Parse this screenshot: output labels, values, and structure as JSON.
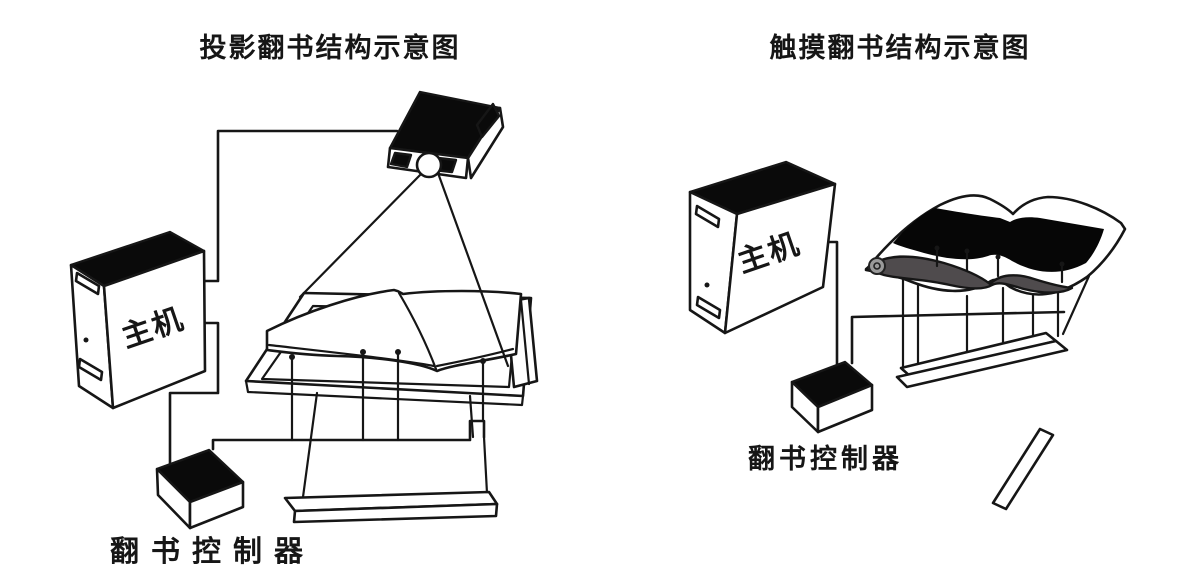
{
  "page": {
    "background_color": "#ffffff",
    "line_color": "#161616",
    "solid_fill_color": "#0a0a0a",
    "page_block_gray": "#4f4b4d"
  },
  "left_diagram": {
    "title": "投影翻书结构示意图",
    "host_label": "主机",
    "controller_label": "翻书控制器",
    "components": [
      "projector-icon",
      "projection-beam",
      "host-computer-icon",
      "open-book-icon",
      "book-stand-icon",
      "sensor-pins",
      "controller-icon",
      "cables"
    ]
  },
  "right_diagram": {
    "title": "触摸翻书结构示意图",
    "host_label": "主机",
    "controller_label": "翻书控制器",
    "components": [
      "host-computer-icon",
      "touch-book-icon",
      "page-curl-icon",
      "book-pedestal-icon",
      "sensor-pins",
      "controller-icon",
      "cables"
    ]
  }
}
